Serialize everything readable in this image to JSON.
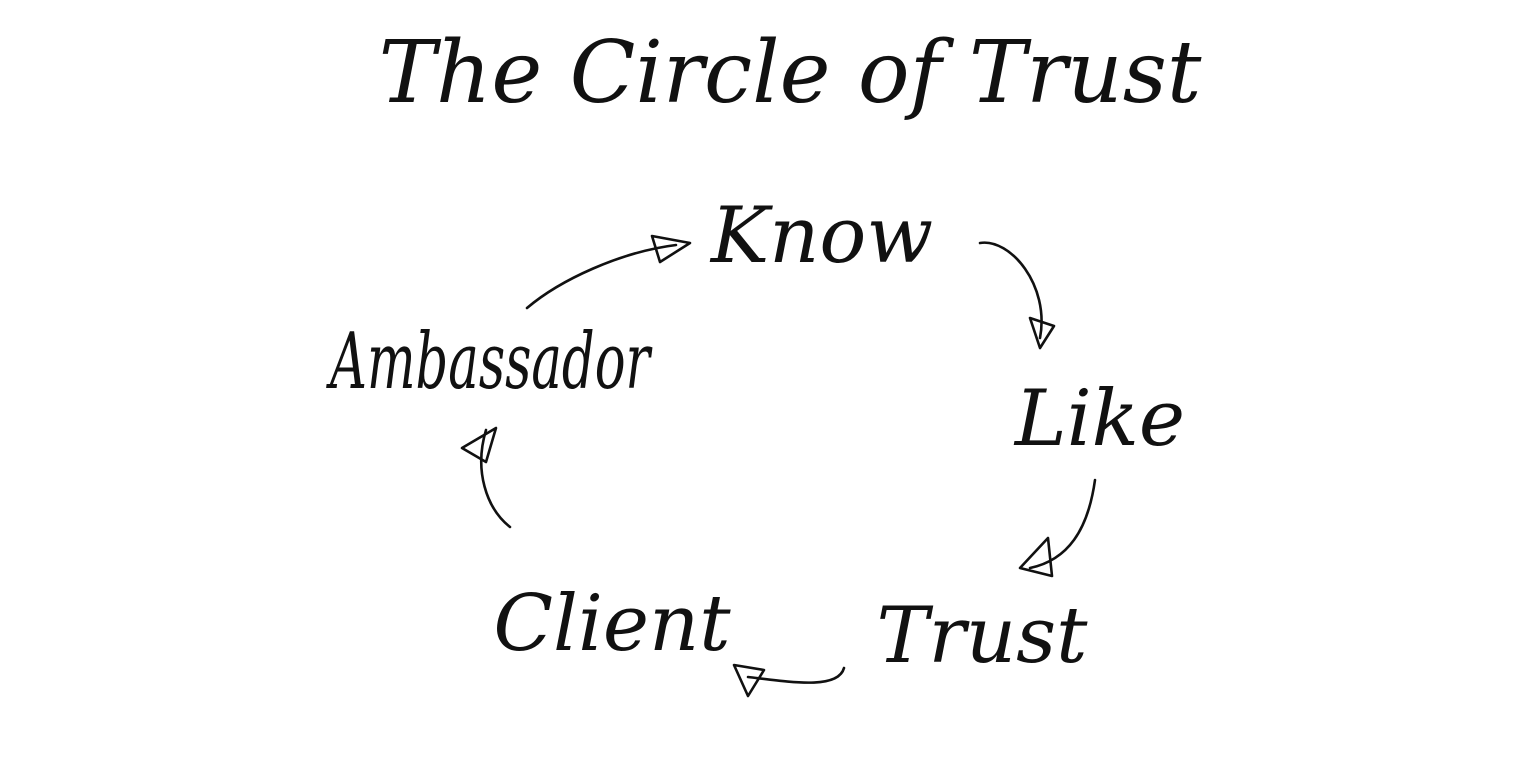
{
  "title": "The Circle of Trust",
  "nodes": {
    "know": "Know",
    "like": "Like",
    "trust": "Trust",
    "client": "Client",
    "ambassador": "Ambassador"
  },
  "colors": {
    "ink": "#111111",
    "background": "#ffffff"
  }
}
